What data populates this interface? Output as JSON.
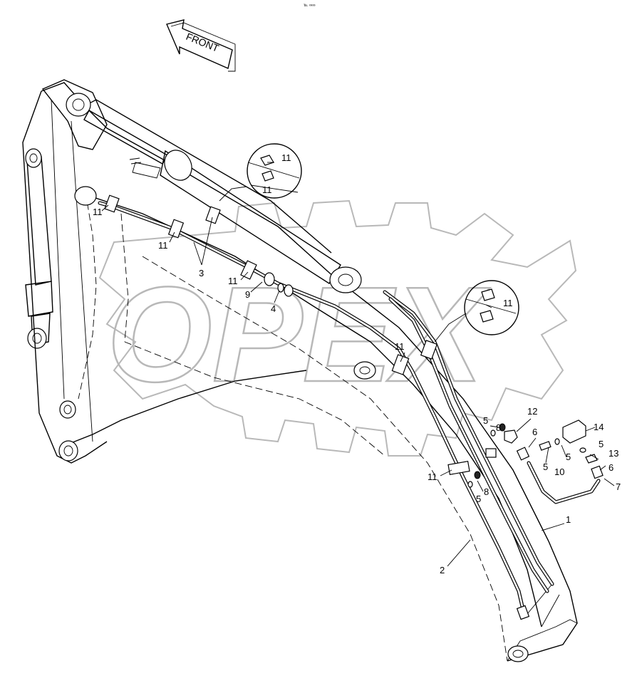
{
  "header": {
    "code": "℡ ∞∞"
  },
  "direction": {
    "label": "FRONT"
  },
  "watermark": {
    "text": "OPEX"
  },
  "callouts": [
    {
      "id": "c11a",
      "label": "11"
    },
    {
      "id": "c11b",
      "label": "11"
    },
    {
      "id": "c11c",
      "label": "11"
    },
    {
      "id": "c11d",
      "label": "11"
    },
    {
      "id": "c11e",
      "label": "11"
    },
    {
      "id": "c11f",
      "label": "11"
    },
    {
      "id": "c11g",
      "label": "11"
    },
    {
      "id": "c11h",
      "label": "11"
    },
    {
      "id": "c3",
      "label": "3"
    },
    {
      "id": "c9",
      "label": "9"
    },
    {
      "id": "c4",
      "label": "4"
    },
    {
      "id": "c1",
      "label": "1"
    },
    {
      "id": "c2",
      "label": "2"
    },
    {
      "id": "c5a",
      "label": "5"
    },
    {
      "id": "c5b",
      "label": "5"
    },
    {
      "id": "c5c",
      "label": "5"
    },
    {
      "id": "c5d",
      "label": "5"
    },
    {
      "id": "c5e",
      "label": "5"
    },
    {
      "id": "c6a",
      "label": "6"
    },
    {
      "id": "c6b",
      "label": "6"
    },
    {
      "id": "c7",
      "label": "7"
    },
    {
      "id": "c8a",
      "label": "8"
    },
    {
      "id": "c8b",
      "label": "8"
    },
    {
      "id": "c10",
      "label": "10"
    },
    {
      "id": "c12",
      "label": "12"
    },
    {
      "id": "c13",
      "label": "13"
    },
    {
      "id": "c14",
      "label": "14"
    }
  ]
}
